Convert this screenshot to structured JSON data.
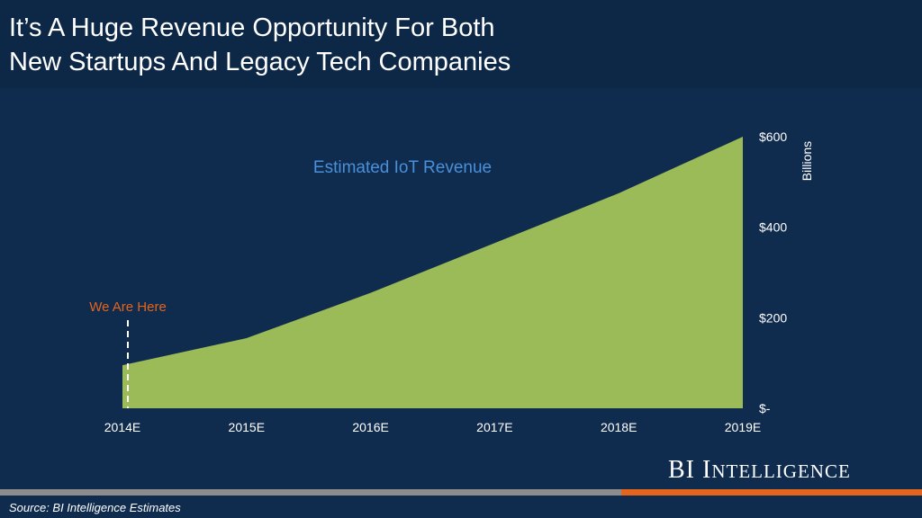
{
  "title": "It’s A Huge Revenue Opportunity For Both\nNew Startups And Legacy Tech Companies",
  "brand": {
    "part1": "BI I",
    "part2": "NTELLIGENCE"
  },
  "source": "Source: BI Intelligence Estimates",
  "colors": {
    "background": "#0f2b4e",
    "area_fill": "#9bbb59",
    "chart_title": "#4a90d9",
    "annotation": "#e4651b",
    "accent_bar": "#e4651b",
    "gray_bar": "#8c8c8c"
  },
  "chart_data": {
    "type": "area",
    "title": "Estimated IoT Revenue",
    "categories": [
      "2014E",
      "2015E",
      "2016E",
      "2017E",
      "2018E",
      "2019E"
    ],
    "series": [
      {
        "values": [
          95,
          155,
          255,
          365,
          475,
          600
        ]
      }
    ],
    "ylabel": "Billions",
    "ylim": [
      0,
      600
    ],
    "yticks": [
      {
        "value": 600,
        "label": "$600"
      },
      {
        "value": 400,
        "label": "$400"
      },
      {
        "value": 200,
        "label": "$200"
      },
      {
        "value": 0,
        "label": "$-"
      }
    ],
    "y_axis_side": "right",
    "grid": false,
    "annotation": {
      "text": "We Are Here",
      "category": "2014E"
    }
  }
}
